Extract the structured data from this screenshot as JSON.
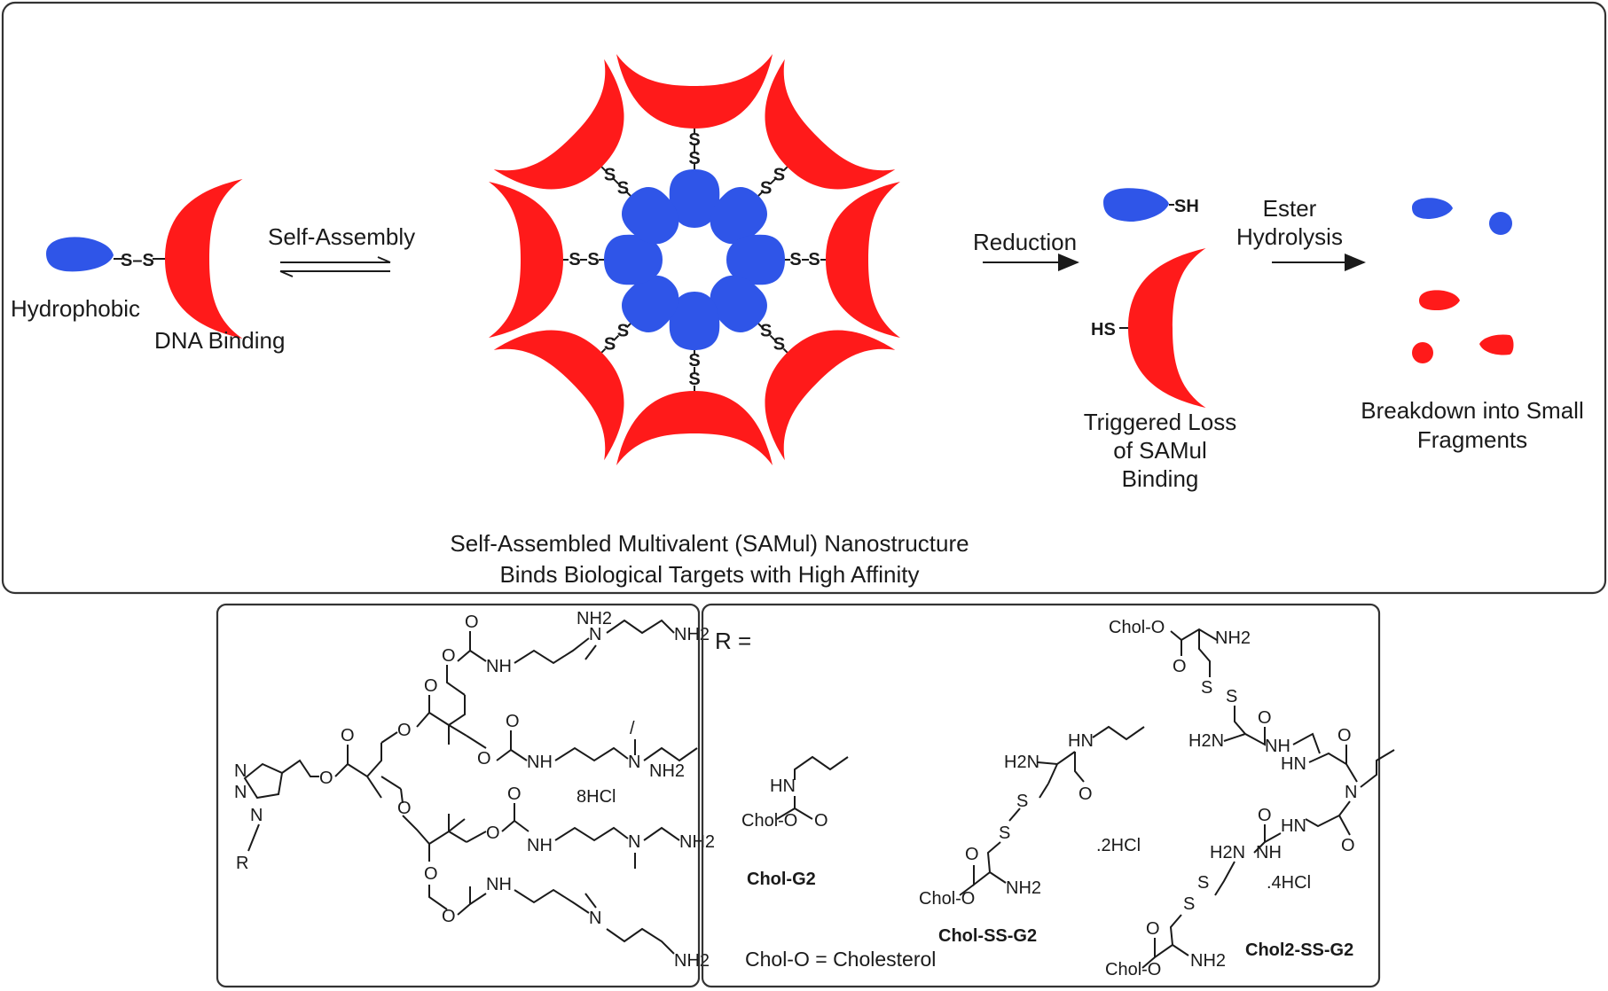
{
  "colors": {
    "hydrophobic": "#2f55e8",
    "binding": "#ff1a1a",
    "ink": "#1a1a1a"
  },
  "top": {
    "left": {
      "hydrophobic": "Hydrophobic",
      "binding": "DNA Binding",
      "linker": "S–S",
      "arrow": "Self-Assembly"
    },
    "center": {
      "line1": "Self-Assembled Multivalent (SAMul) Nanostructure",
      "line2": "Binds Biological Targets with High Affinity",
      "linker_atom": "S"
    },
    "reduction": {
      "arrow": "Reduction",
      "sh": "SH",
      "hs": "HS",
      "line1": "Triggered Loss",
      "line2": "of SAMul",
      "line3": "Binding"
    },
    "hydrolysis": {
      "arrow1": "Ester",
      "arrow2": "Hydrolysis",
      "line1": "Breakdown into Small",
      "line2": "Fragments"
    }
  },
  "bottom_left": {
    "nh2": "NH2",
    "nh": "NH",
    "n": "N",
    "o": "O",
    "r": "R",
    "salt": "8HCl"
  },
  "bottom_right": {
    "r_eq": "R =",
    "g2": {
      "name": "Chol-G2",
      "hn": "HN",
      "cholo": "Chol-O",
      "o": "O"
    },
    "ssg2": {
      "name": "Chol-SS-G2",
      "hn": "HN",
      "h2n": "H2N",
      "nh2": "NH2",
      "s": "S",
      "o": "O",
      "cholo": "Chol-O",
      "salt": ".2HCl"
    },
    "ss2": {
      "name": "Chol2-SS-G2",
      "cholo": "Chol-O",
      "nh2": "NH2",
      "h2n": "H2N",
      "s": "S",
      "n": "N",
      "nh": "NH",
      "hn": "HN",
      "o": "O",
      "salt": ".4HCl"
    },
    "legend": "Chol-O = Cholesterol"
  }
}
